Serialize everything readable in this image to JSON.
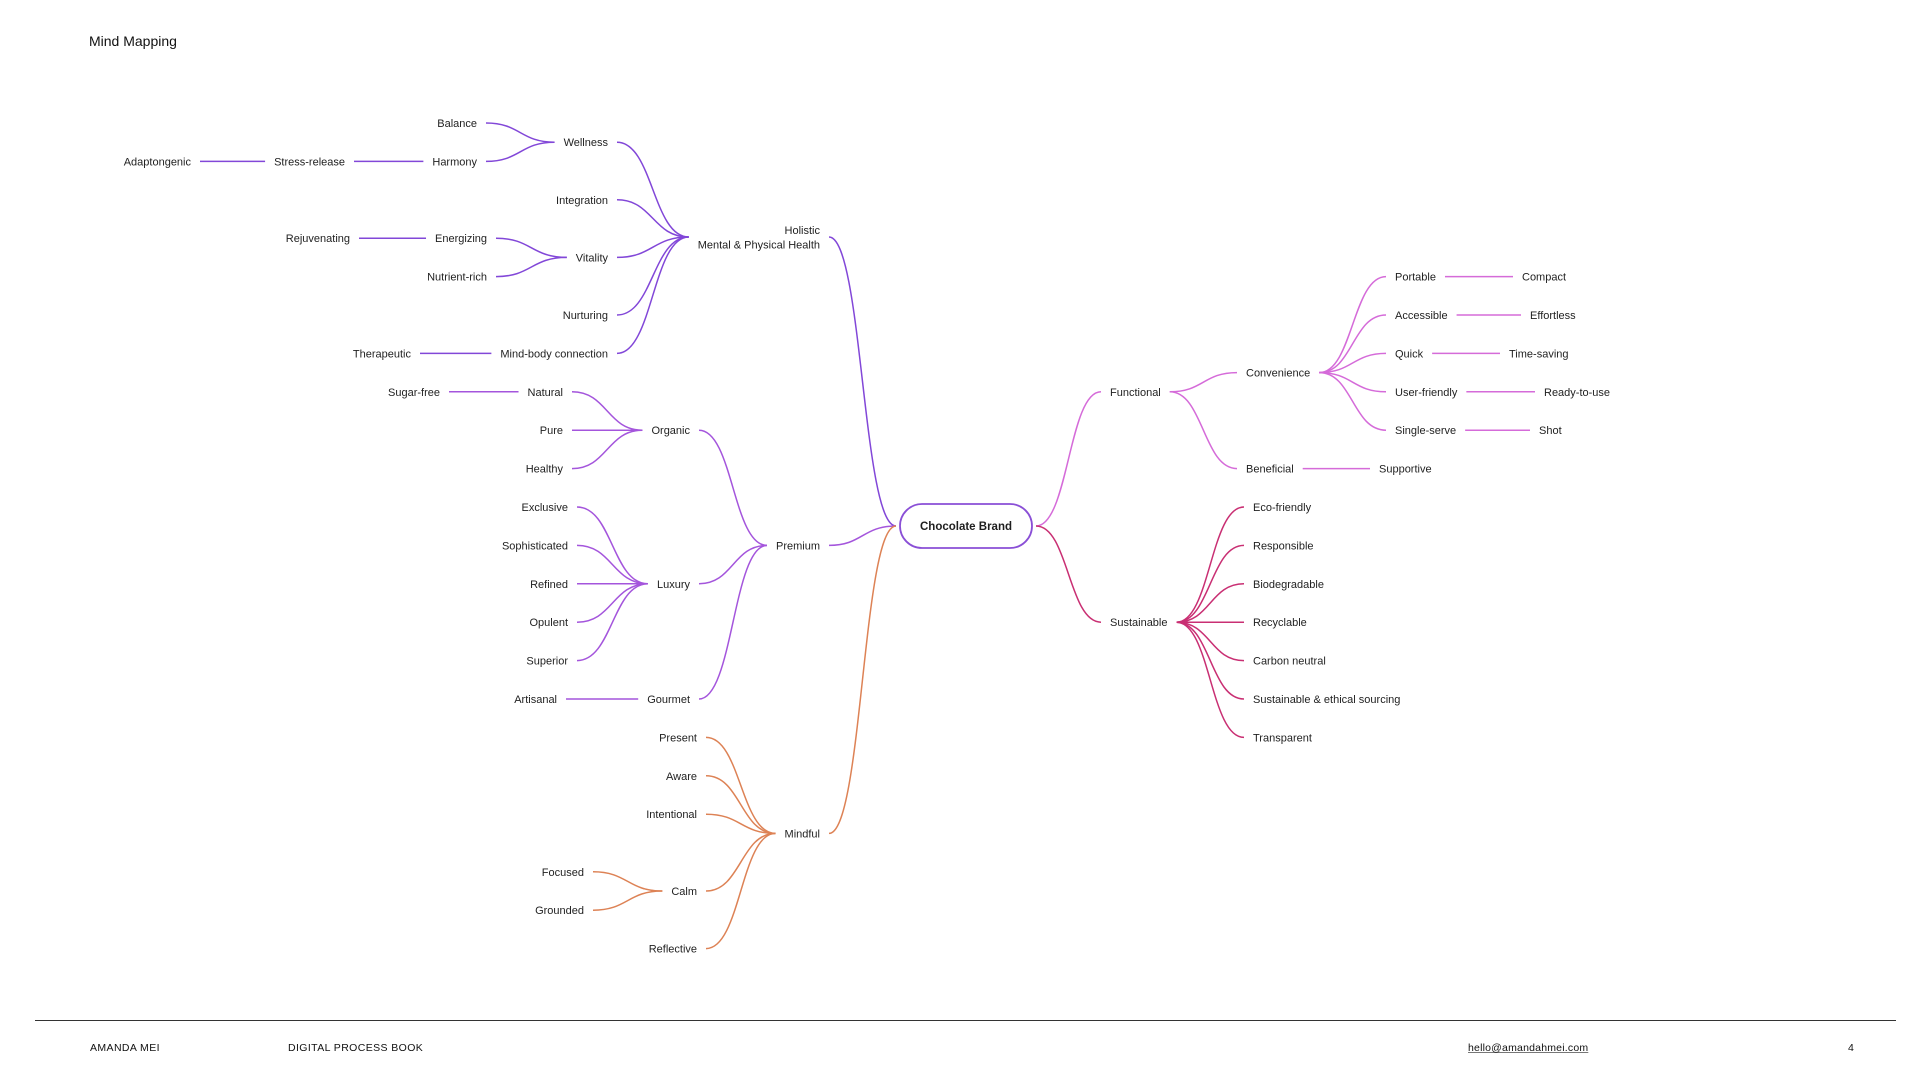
{
  "page": {
    "title": "Mind Mapping",
    "footer": {
      "author": "AMANDA MEI",
      "book": "DIGITAL PROCESS BOOK",
      "email": "hello@amandahmei.com",
      "page_number": "4"
    }
  },
  "colors": {
    "holistic": "#8247d8",
    "premium": "#a455dc",
    "mindful": "#dd8255",
    "functional": "#d56bd9",
    "sustainable": "#c92f73",
    "center_border": "#8a4fd6"
  },
  "mindmap": {
    "center": "Chocolate Brand",
    "branches": [
      {
        "key": "holistic",
        "lines": [
          "Holistic",
          "Mental & Physical Health"
        ],
        "children": [
          {
            "label": "Wellness",
            "children": [
              {
                "label": "Balance"
              },
              {
                "label": "Harmony",
                "children": [
                  {
                    "label": "Stress-release",
                    "children": [
                      {
                        "label": "Adaptongenic"
                      }
                    ]
                  }
                ]
              }
            ]
          },
          {
            "label": "Integration"
          },
          {
            "label": "Vitality",
            "children": [
              {
                "label": "Energizing",
                "children": [
                  {
                    "label": "Rejuvenating"
                  }
                ]
              },
              {
                "label": "Nutrient-rich"
              }
            ]
          },
          {
            "label": "Nurturing"
          },
          {
            "label": "Mind-body connection",
            "children": [
              {
                "label": "Therapeutic"
              }
            ]
          }
        ]
      },
      {
        "key": "premium",
        "lines": [
          "Premium"
        ],
        "children": [
          {
            "label": "Organic",
            "children": [
              {
                "label": "Natural",
                "children": [
                  {
                    "label": "Sugar-free"
                  }
                ]
              },
              {
                "label": "Pure"
              },
              {
                "label": "Healthy"
              }
            ]
          },
          {
            "label": "Luxury",
            "children": [
              {
                "label": "Exclusive"
              },
              {
                "label": "Sophisticated"
              },
              {
                "label": "Refined"
              },
              {
                "label": "Opulent"
              },
              {
                "label": "Superior"
              }
            ]
          },
          {
            "label": "Gourmet",
            "children": [
              {
                "label": "Artisanal"
              }
            ]
          }
        ]
      },
      {
        "key": "mindful",
        "lines": [
          "Mindful"
        ],
        "children": [
          {
            "label": "Present"
          },
          {
            "label": "Aware"
          },
          {
            "label": "Intentional"
          },
          {
            "label": "Calm",
            "children": [
              {
                "label": "Focused"
              },
              {
                "label": "Grounded"
              }
            ]
          },
          {
            "label": "Reflective"
          }
        ]
      },
      {
        "key": "functional",
        "lines": [
          "Functional"
        ],
        "children": [
          {
            "label": "Convenience",
            "children": [
              {
                "label": "Portable",
                "children": [
                  {
                    "label": "Compact"
                  }
                ]
              },
              {
                "label": "Accessible",
                "children": [
                  {
                    "label": "Effortless"
                  }
                ]
              },
              {
                "label": "Quick",
                "children": [
                  {
                    "label": "Time-saving"
                  }
                ]
              },
              {
                "label": "User-friendly",
                "children": [
                  {
                    "label": "Ready-to-use"
                  }
                ]
              },
              {
                "label": "Single-serve",
                "children": [
                  {
                    "label": "Shot"
                  }
                ]
              }
            ]
          },
          {
            "label": "Beneficial",
            "children": [
              {
                "label": "Supportive"
              }
            ]
          }
        ]
      },
      {
        "key": "sustainable",
        "lines": [
          "Sustainable"
        ],
        "children": [
          {
            "label": "Eco-friendly"
          },
          {
            "label": "Responsible"
          },
          {
            "label": "Biodegradable"
          },
          {
            "label": "Recyclable"
          },
          {
            "label": "Carbon neutral"
          },
          {
            "label": "Sustainable & ethical sourcing"
          },
          {
            "label": "Transparent"
          }
        ]
      }
    ]
  }
}
